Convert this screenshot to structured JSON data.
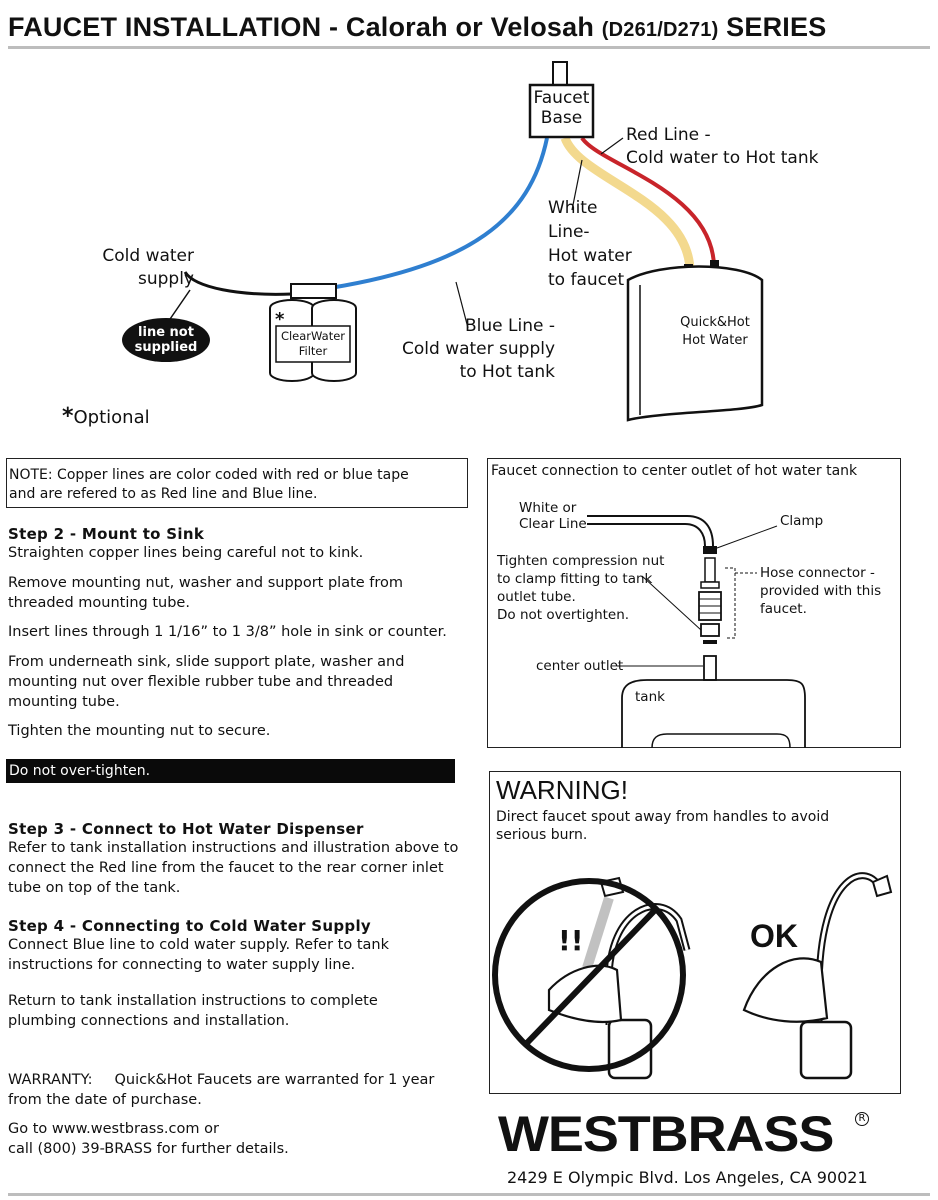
{
  "title": {
    "main": "FAUCET INSTALLATION -  Calorah or Velosah",
    "model": "(D261/D271)",
    "series": "SERIES"
  },
  "diagram": {
    "faucet_base": [
      "Faucet",
      "Base"
    ],
    "red_line": [
      "Red Line -",
      "Cold water to Hot tank"
    ],
    "white_line": [
      "White",
      "Line-",
      "Hot water",
      "to faucet"
    ],
    "cold_supply": [
      "Cold water",
      "supply"
    ],
    "line_not_supplied": [
      "line not",
      "supplied"
    ],
    "filter": [
      "ClearWater",
      "Filter"
    ],
    "filter_star": "*",
    "blue_line": [
      "Blue Line -",
      "Cold water supply",
      "to Hot tank"
    ],
    "tank": [
      "Quick&Hot",
      "Hot Water"
    ],
    "optional": "Optional",
    "optional_star": "*",
    "colors": {
      "blue": "#2f7fd0",
      "red": "#c8242a",
      "yellow": "#f3d98e"
    }
  },
  "note": [
    "NOTE: Copper lines are color coded with red or blue tape",
    "and are refered to as Red line and Blue line."
  ],
  "step2": {
    "heading": "Step 2 - Mount to Sink",
    "p1": "Straighten copper lines being careful not to kink.",
    "p2": [
      "Remove mounting nut, washer and support plate from",
      "threaded mounting tube."
    ],
    "p3": "Insert lines through 1 1/16” to 1 3/8” hole in sink or counter.",
    "p4": [
      "From underneath sink, slide support plate, washer and",
      "mounting nut over flexible rubber tube and threaded",
      "mounting tube."
    ],
    "p5": "Tighten the mounting nut to secure."
  },
  "caution": "Do not over-tighten.",
  "step3": {
    "heading": "Step 3 - Connect to Hot Water Dispenser",
    "body": [
      "Refer to tank installation instructions and illustration above to",
      "connect the Red line from the faucet to the rear corner inlet",
      "tube on top of the tank."
    ]
  },
  "step4": {
    "heading": "Step 4 - Connecting to Cold Water Supply",
    "body": [
      "Connect Blue line to cold water supply. Refer to tank",
      "instructions for connecting to water supply line."
    ],
    "return": [
      "Return to tank installation instructions to complete",
      "plumbing connections and installation."
    ]
  },
  "warranty": {
    "label": "WARRANTY:",
    "text": "Quick&Hot Faucets are warranted for 1 year",
    "text2": "from the date of purchase.",
    "contact": [
      "Go to www.westbrass.com or",
      "call (800) 39-BRASS for further details."
    ]
  },
  "connection": {
    "title": "Faucet connection to center outlet of hot water tank",
    "white_line": [
      "White or",
      "Clear Line"
    ],
    "clamp": "Clamp",
    "tighten": [
      "Tighten compression nut",
      "to clamp fitting to tank",
      "outlet tube.",
      "Do not overtighten."
    ],
    "hose": [
      "Hose connector -",
      "provided with this",
      "faucet."
    ],
    "center_outlet": "center outlet",
    "tank": "tank"
  },
  "warning": {
    "heading": "WARNING!",
    "text": [
      "Direct faucet spout away from handles to avoid",
      "serious burn."
    ],
    "exclaim": "!!",
    "ok": "OK"
  },
  "brand": {
    "name": "WESTBRASS",
    "registered": "R",
    "address": "2429 E Olympic Blvd. Los Angeles, CA 90021"
  }
}
